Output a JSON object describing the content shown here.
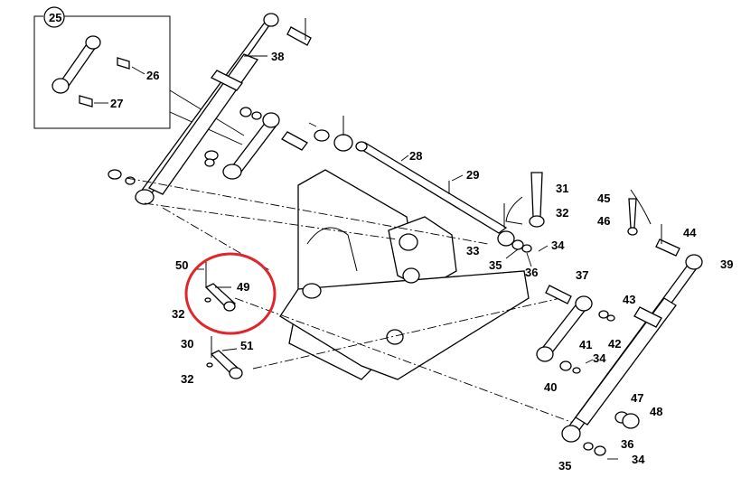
{
  "diagram": {
    "labels": [
      {
        "text": "25",
        "key": "inset-callout"
      },
      {
        "text": "26",
        "key": "inset-bushing"
      },
      {
        "text": "27",
        "key": "inset-bushing-2"
      },
      {
        "text": "38",
        "key": "left-cylinder"
      },
      {
        "text": "28",
        "key": "main-shaft"
      },
      {
        "text": "29",
        "key": "grease-fitting"
      },
      {
        "text": "31",
        "key": "bolt"
      },
      {
        "text": "32",
        "key": "nut-top"
      },
      {
        "text": "45",
        "key": "bolt-45"
      },
      {
        "text": "46",
        "key": "nut-46"
      },
      {
        "text": "44",
        "key": "pin-44"
      },
      {
        "text": "33",
        "key": "bearing-33"
      },
      {
        "text": "34",
        "key": "clip-34-top"
      },
      {
        "text": "35",
        "key": "washer-35-top"
      },
      {
        "text": "36",
        "key": "washer-36-top"
      },
      {
        "text": "39",
        "key": "right-cylinder"
      },
      {
        "text": "37",
        "key": "pin-37"
      },
      {
        "text": "43",
        "key": "bushing-43"
      },
      {
        "text": "42",
        "key": "ring-42"
      },
      {
        "text": "41",
        "key": "washer-41"
      },
      {
        "text": "34",
        "key": "clip-34-mid"
      },
      {
        "text": "40",
        "key": "washer-40"
      },
      {
        "text": "47",
        "key": "ring-47"
      },
      {
        "text": "48",
        "key": "bushing-48"
      },
      {
        "text": "36",
        "key": "washer-36-bottom"
      },
      {
        "text": "35",
        "key": "washer-35-bottom"
      },
      {
        "text": "34",
        "key": "clip-34-bottom"
      },
      {
        "text": "50",
        "key": "bolt-50"
      },
      {
        "text": "49",
        "key": "pin-49"
      },
      {
        "text": "32",
        "key": "nut-32-left"
      },
      {
        "text": "30",
        "key": "bolt-30"
      },
      {
        "text": "51",
        "key": "pin-51"
      },
      {
        "text": "32",
        "key": "nut-32-bottom"
      }
    ],
    "highlight_color": "#e0262b"
  }
}
